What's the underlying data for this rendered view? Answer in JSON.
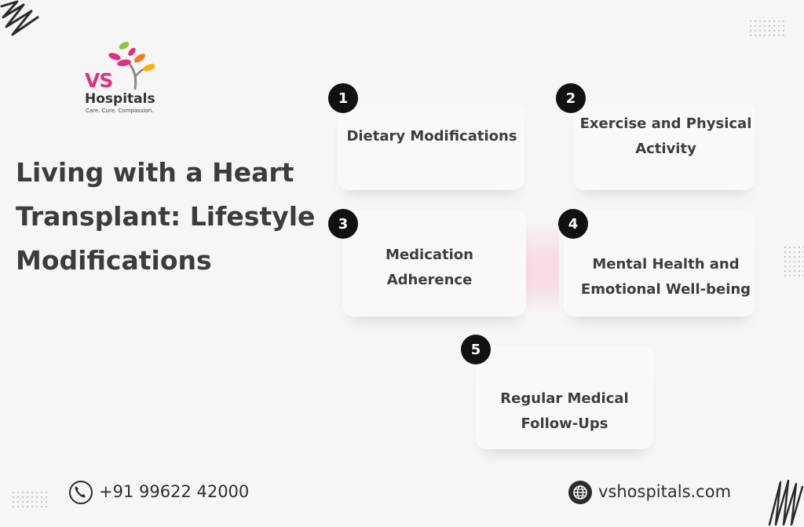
{
  "logo": {
    "brand": "VS",
    "name": "Hospitals",
    "tagline": "Care. Cure. Compassion."
  },
  "title": {
    "line1": "Living with a Heart",
    "line2": "Transplant: Lifestyle",
    "line3": "Modifications"
  },
  "items": [
    {
      "number": "1",
      "line1": "Dietary Modifications",
      "line2": ""
    },
    {
      "number": "2",
      "line1": "Exercise and Physical",
      "line2": "Activity"
    },
    {
      "number": "3",
      "line1": "Medication",
      "line2": "Adherence"
    },
    {
      "number": "4",
      "line1": "Mental Health and",
      "line2": "Emotional Well-being"
    },
    {
      "number": "5",
      "line1": "Regular Medical",
      "line2": "Follow-Ups"
    }
  ],
  "contact": {
    "phone": "+91 99622 42000",
    "website": "vshospitals.com"
  },
  "icons": {
    "phone": "phone-icon",
    "globe": "globe-icon"
  },
  "colors": {
    "brand_pink": "#e0307e",
    "number_badge": "#111111",
    "accent_pink": "#f6dde3"
  }
}
